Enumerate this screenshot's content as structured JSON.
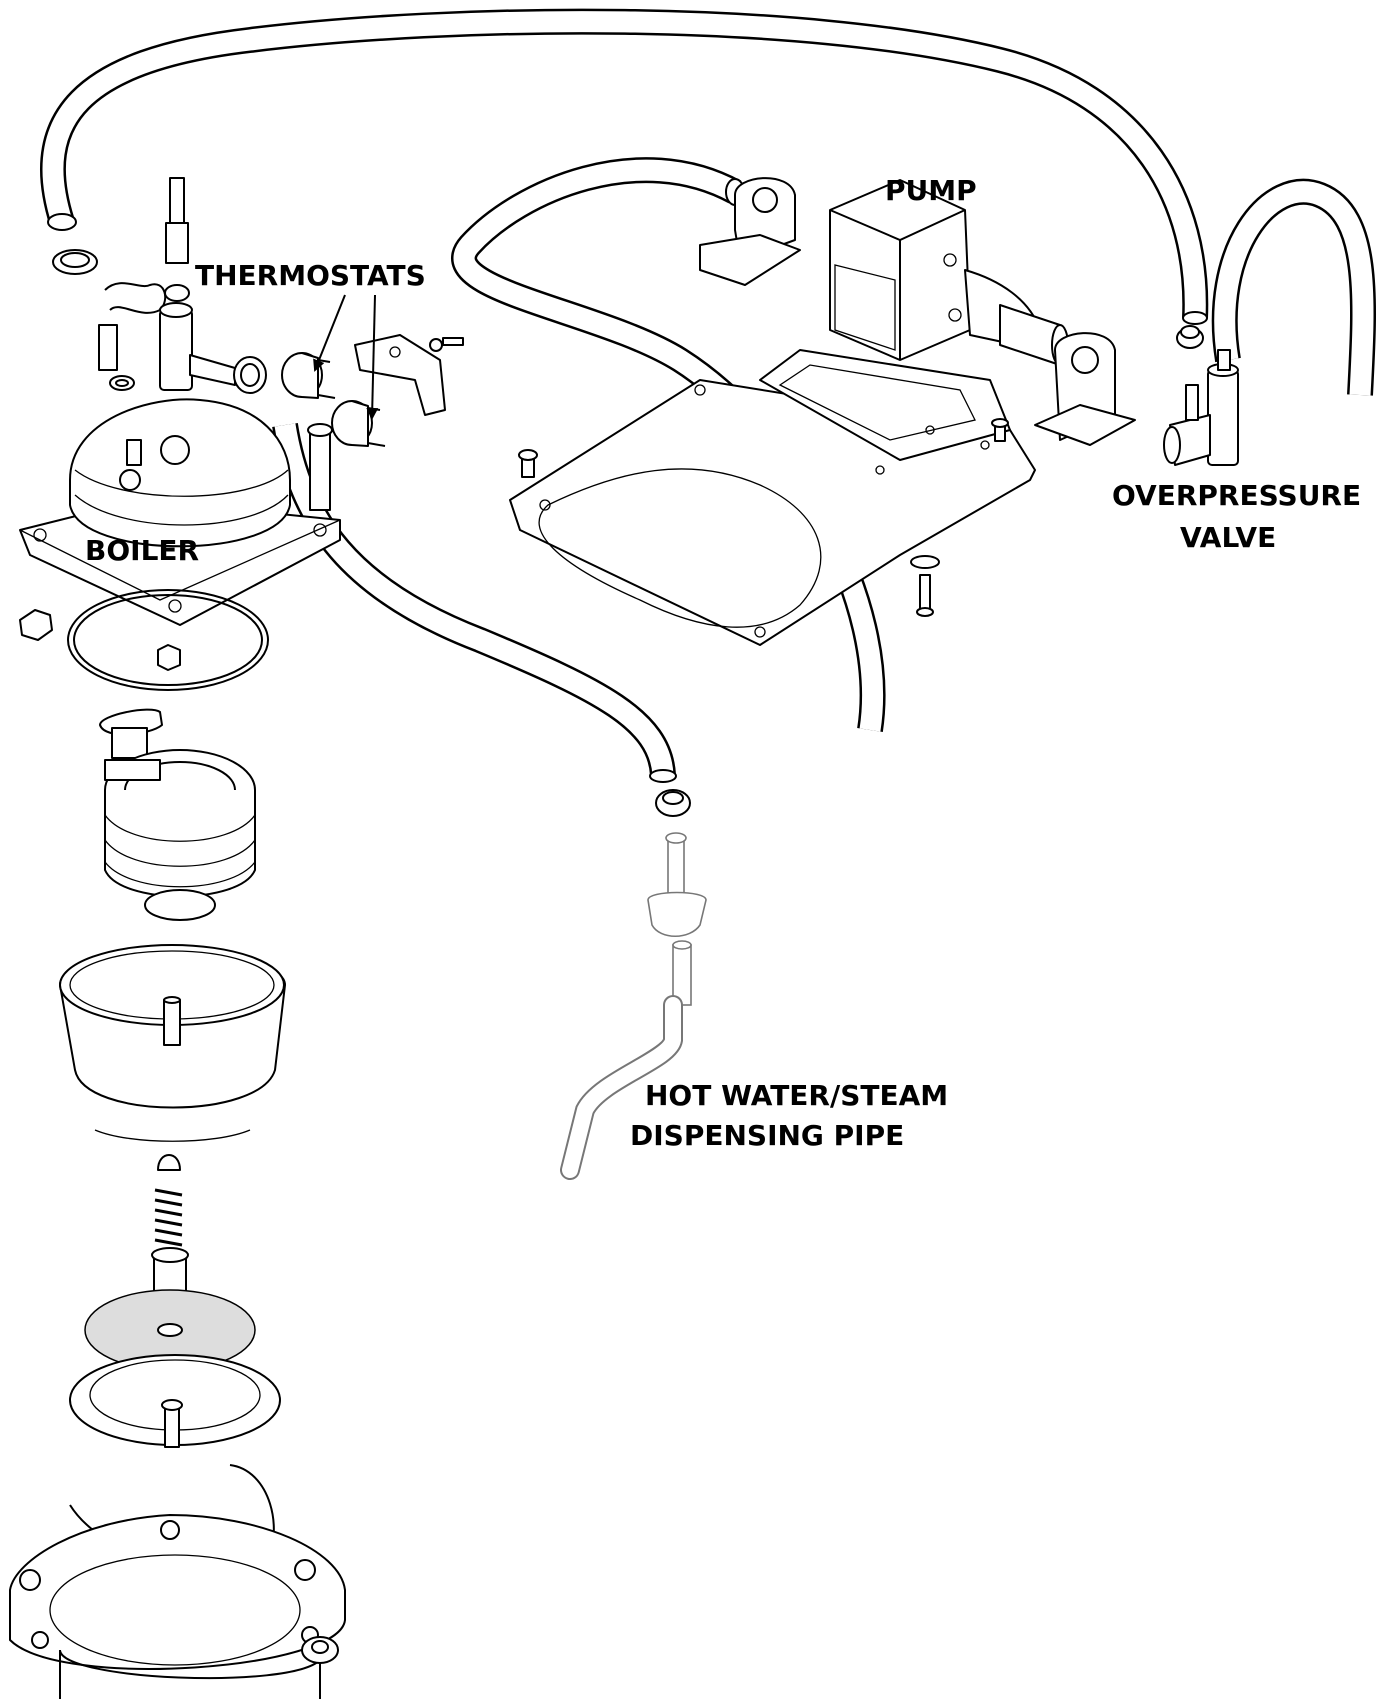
{
  "labels": {
    "pump": "PUMP",
    "thermostats": "THERMOSTATS",
    "boiler": "BOILER",
    "overpressure_valve_line1": "OVERPRESSURE",
    "overpressure_valve_line2": "VALVE",
    "dispensing_pipe_line1": "HOT WATER/STEAM",
    "dispensing_pipe_line2": "DISPENSING PIPE"
  }
}
